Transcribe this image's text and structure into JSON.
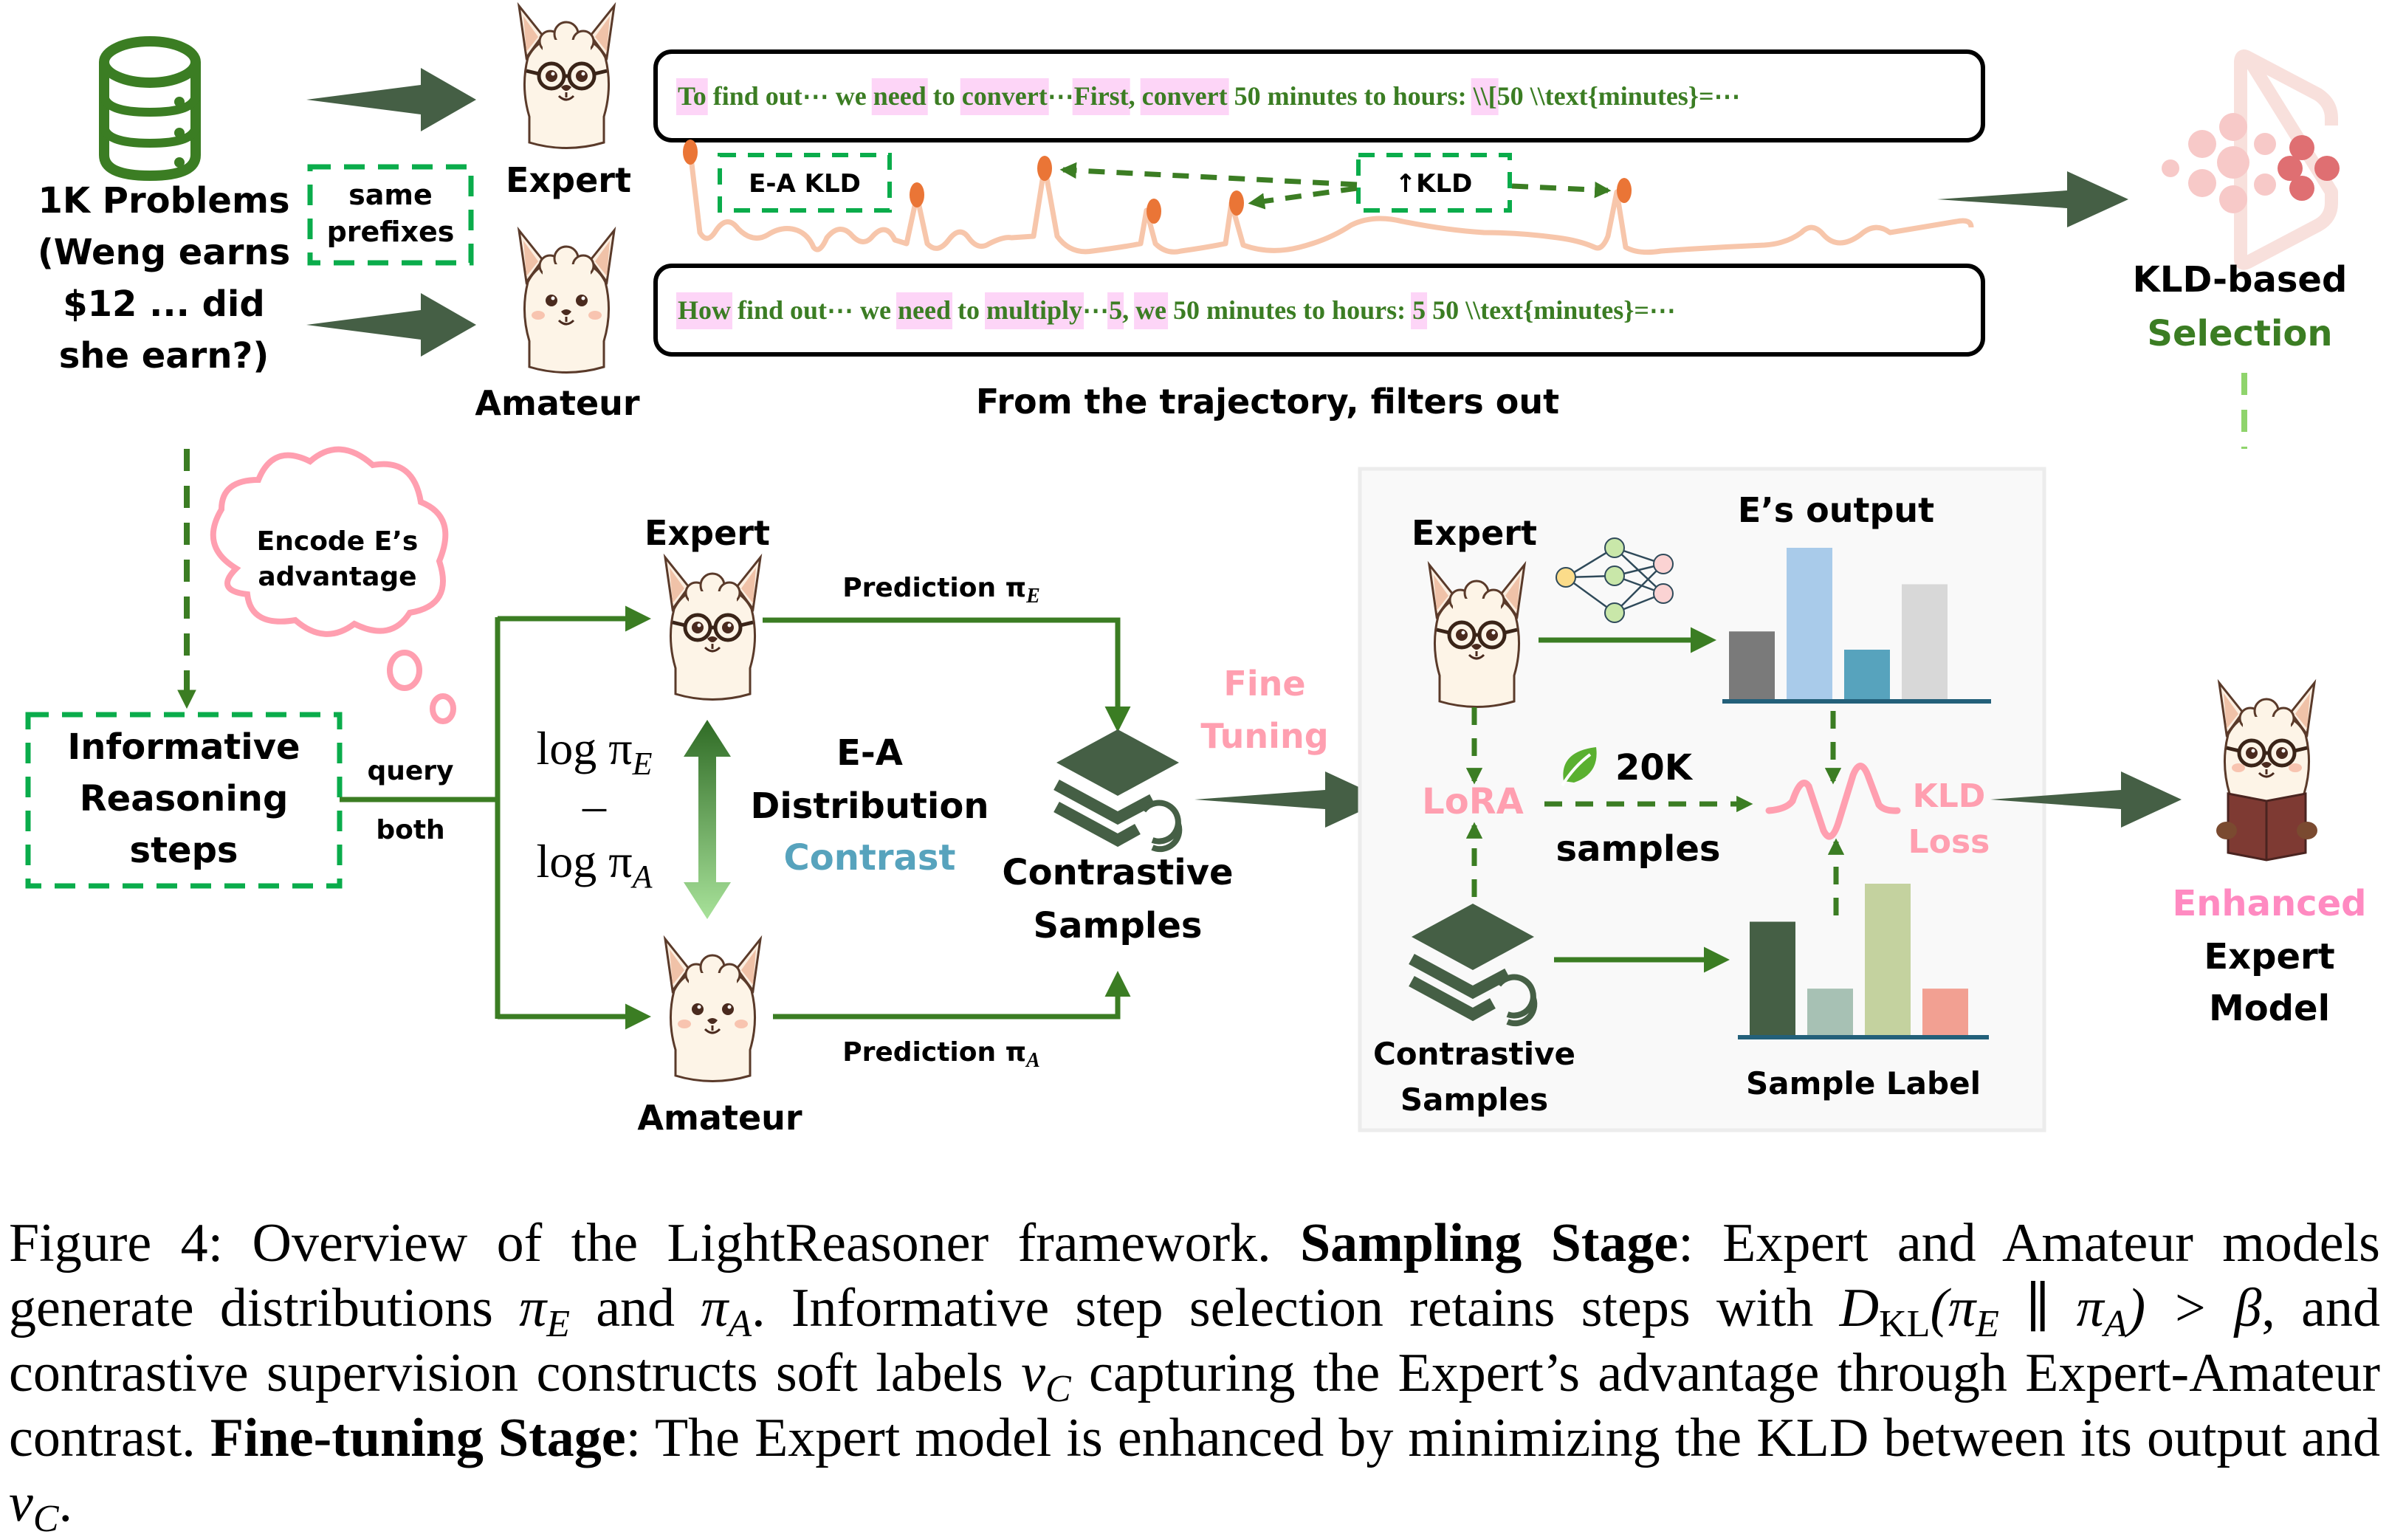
{
  "sampling": {
    "dataset_label_lines": [
      "1K Problems",
      "(Weng earns",
      "$12 ... did",
      "she earn?)"
    ],
    "same_prefixes_lines": [
      "same",
      "prefixes"
    ],
    "expert_label": "Expert",
    "amateur_label": "Amateur",
    "expert_trajectory": [
      {
        "t": "To",
        "hl": true
      },
      {
        "t": " find out⋯ we ",
        "hl": false
      },
      {
        "t": "need",
        "hl": true
      },
      {
        "t": " to ",
        "hl": false
      },
      {
        "t": "convert",
        "hl": true
      },
      {
        "t": "⋯",
        "hl": false
      },
      {
        "t": "First",
        "hl": true
      },
      {
        "t": ", ",
        "hl": false
      },
      {
        "t": "convert",
        "hl": true
      },
      {
        "t": " 50 minutes to hours: ",
        "hl": false
      },
      {
        "t": "\\\\[",
        "hl": true
      },
      {
        "t": "50 \\\\text{minutes}=⋯",
        "hl": false
      }
    ],
    "amateur_trajectory": [
      {
        "t": "How",
        "hl": true
      },
      {
        "t": " find out⋯ we ",
        "hl": false
      },
      {
        "t": "need",
        "hl": true
      },
      {
        "t": " to ",
        "hl": false
      },
      {
        "t": "multiply",
        "hl": true
      },
      {
        "t": "⋯",
        "hl": false
      },
      {
        "t": "5",
        "hl": true
      },
      {
        "t": ", ",
        "hl": false
      },
      {
        "t": "we",
        "hl": true
      },
      {
        "t": " 50 minutes to hours: ",
        "hl": false
      },
      {
        "t": "5",
        "hl": true
      },
      {
        "t": " 50 \\\\text{minutes}=⋯",
        "hl": false
      }
    ],
    "ea_kld_label": "E-A KLD",
    "up_kld_label": "↑KLD",
    "filter_label": "From the trajectory, filters out",
    "selection_label_line1": "KLD-based",
    "selection_label_line2": "Selection"
  },
  "contrast": {
    "cloud_lines": [
      "Encode E’s",
      "advantage"
    ],
    "informative_lines": [
      "Informative",
      "Reasoning",
      "steps"
    ],
    "query_label": "query",
    "both_label": "both",
    "expert_label": "Expert",
    "amateur_label": "Amateur",
    "log_pi_e": "log π",
    "log_pi_e_sub": "E",
    "minus": "–",
    "log_pi_a": "log π",
    "log_pi_a_sub": "A",
    "ea_lines": [
      "E-A",
      "Distribution"
    ],
    "contrast_word": "Contrast",
    "prediction_e": "Prediction π",
    "prediction_e_sub": "E",
    "prediction_a": "Prediction π",
    "prediction_a_sub": "A",
    "contrastive_samples_lines": [
      "Contrastive",
      "Samples"
    ],
    "fine_tuning_lines": [
      "Fine",
      "Tuning"
    ]
  },
  "finetune": {
    "expert_label": "Expert",
    "es_output_label": "E’s output",
    "lora_label": "LoRA",
    "count_label": "20K",
    "samples_label": "samples",
    "kld_loss_lines": [
      "KLD",
      "Loss"
    ],
    "contrastive_samples_lines": [
      "Contrastive",
      "Samples"
    ],
    "sample_label": "Sample Label",
    "es_output_bars": [
      {
        "value": 0.45,
        "color": "#7a7a7a"
      },
      {
        "value": 1.0,
        "color": "#a9cbea"
      },
      {
        "value": 0.33,
        "color": "#57a3bd"
      },
      {
        "value": 0.76,
        "color": "#d8d8d8"
      }
    ],
    "sample_label_bars": [
      {
        "value": 0.75,
        "color": "#455f45"
      },
      {
        "value": 0.31,
        "color": "#a7c1b4"
      },
      {
        "value": 1.0,
        "color": "#c4d29f"
      },
      {
        "value": 0.31,
        "color": "#f2a092"
      }
    ]
  },
  "output": {
    "enhanced_lines": [
      "Enhanced",
      "Expert",
      "Model"
    ]
  },
  "colors": {
    "dark_green": "#3b7d23",
    "arrow_green": "#455f45",
    "dash_green": "#0aac4b",
    "pink": "#ff9fb0",
    "teal": "#57a3bd",
    "highlight": "#fdd5f7",
    "wave": "#f7c6ab",
    "dot": "#ea7536"
  },
  "caption": {
    "prefix": "Figure 4: Overview of the LightReasoner framework. ",
    "sampling_bold": "Sampling Stage",
    "sampling_text_1": ": Expert and Amateur models generate distributions ",
    "and": " and ",
    "sampling_text_2": ". Informative step selection retains steps with ",
    "dkl": "D",
    "dkl_sub": "KL",
    "dkl_args": "(π",
    "parallel": " ∥ ",
    "gt": ") > β",
    "sampling_text_3": ", and contrastive supervision constructs soft labels ",
    "vc": "v",
    "vc_sub": "C",
    "sampling_text_4": " capturing the Expert’s advantage through Expert-Amateur contrast. ",
    "finetune_bold": "Fine-tuning Stage",
    "finetune_text": ": The Expert model is enhanced by minimizing the KLD between its output and ",
    "end": "."
  }
}
